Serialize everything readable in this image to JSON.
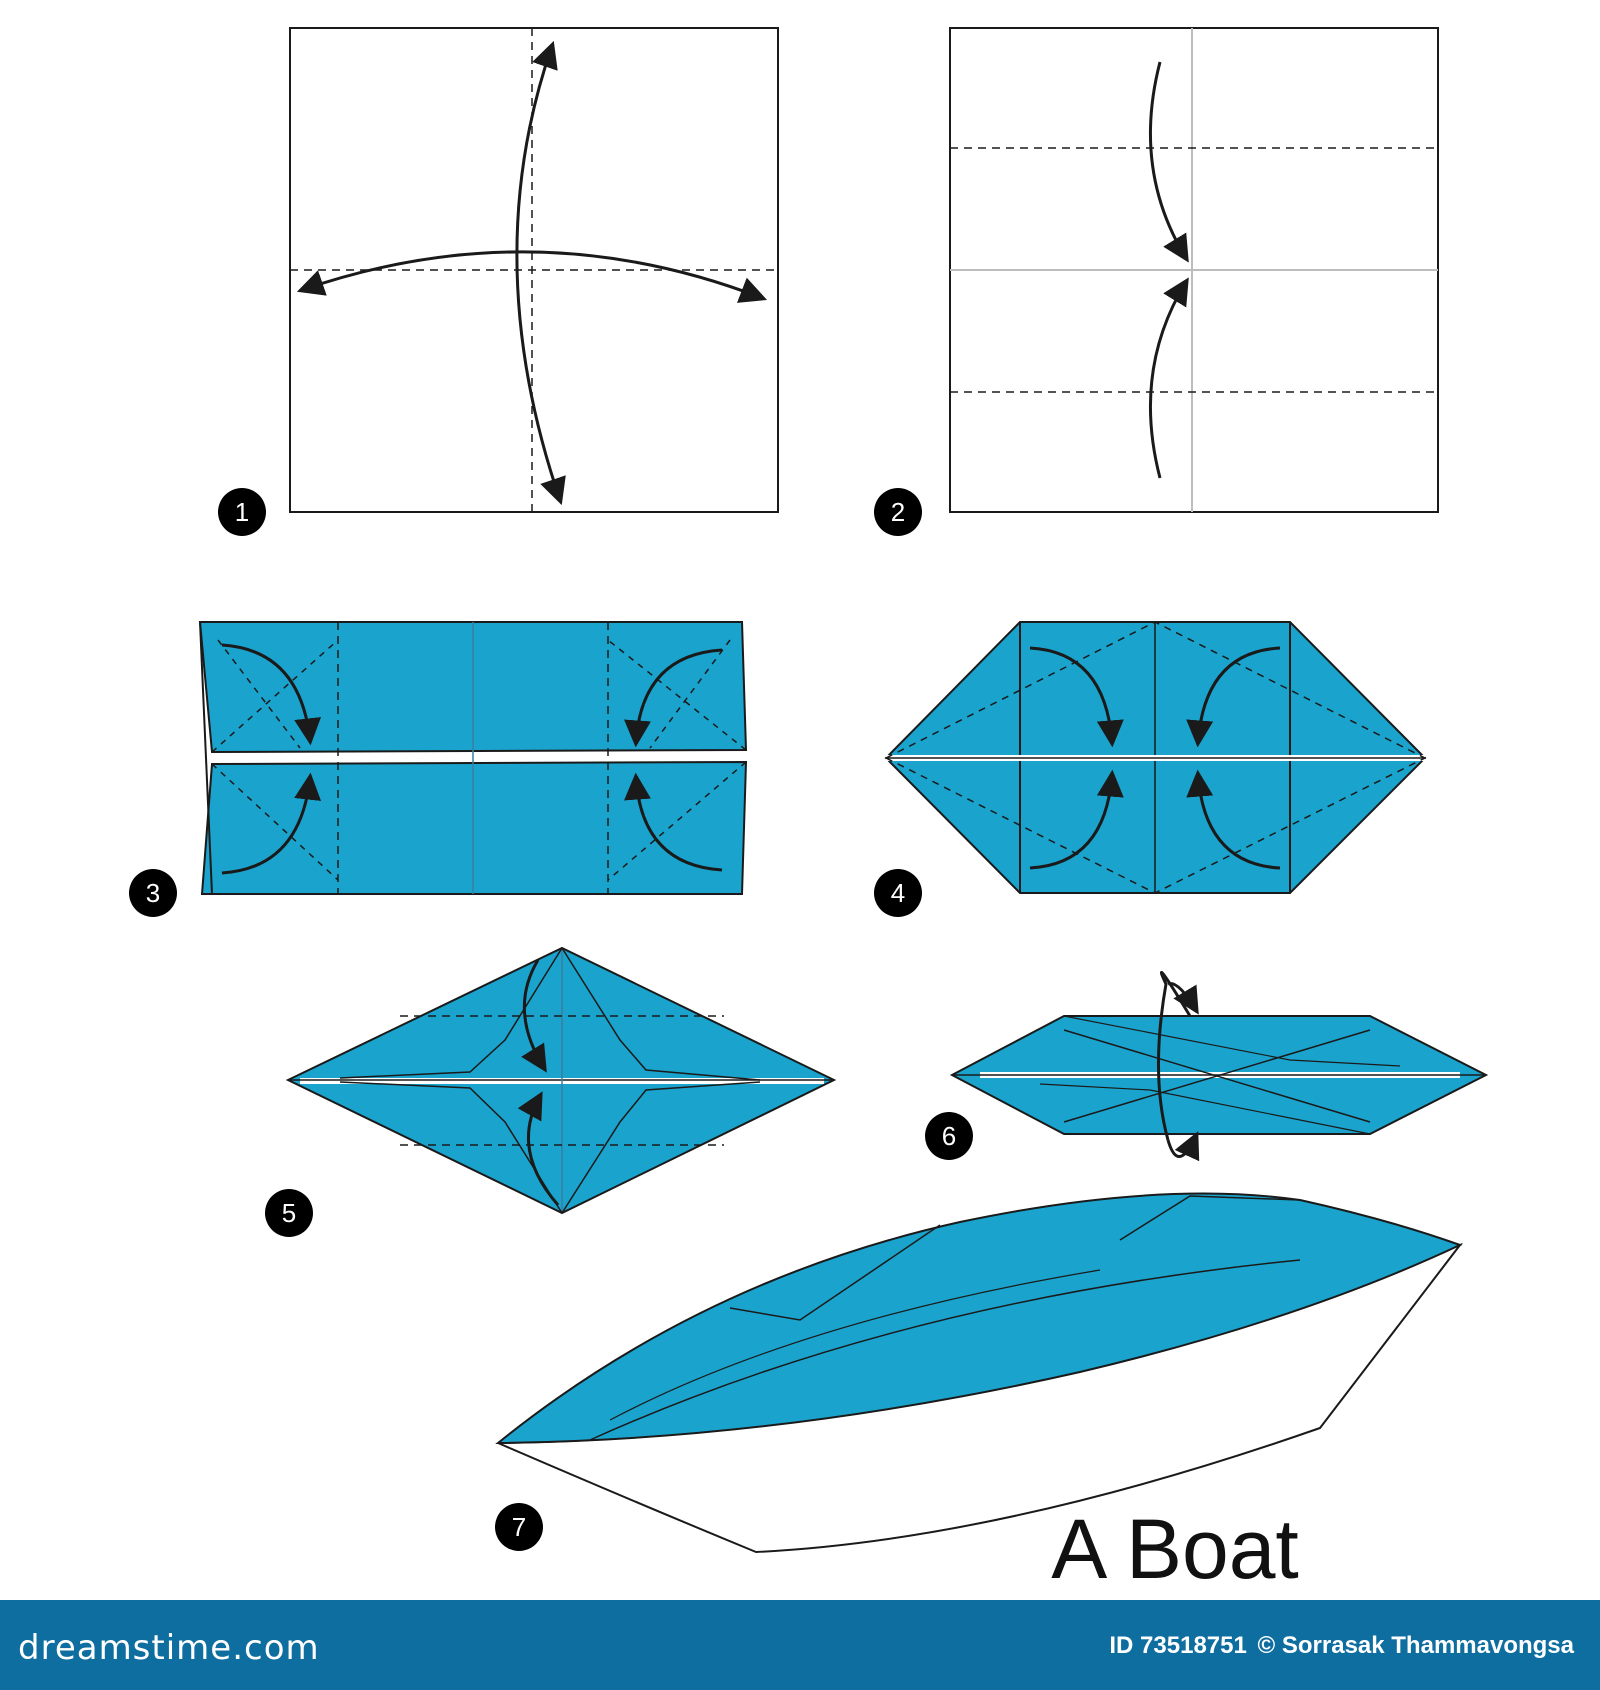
{
  "colors": {
    "paper": "#1aa3cc",
    "line": "#1a1a1a",
    "hinge": "#bdbdbd",
    "badge": "#000000",
    "footer": "#0e6ea0"
  },
  "steps": [
    {
      "number": "1"
    },
    {
      "number": "2"
    },
    {
      "number": "3"
    },
    {
      "number": "4"
    },
    {
      "number": "5"
    },
    {
      "number": "6"
    },
    {
      "number": "7"
    }
  ],
  "title": "A Boat",
  "footer": {
    "brand": "dreamstime.com",
    "id_text": "ID 73518751",
    "author": "© Sorrasak Thammavongsa"
  }
}
